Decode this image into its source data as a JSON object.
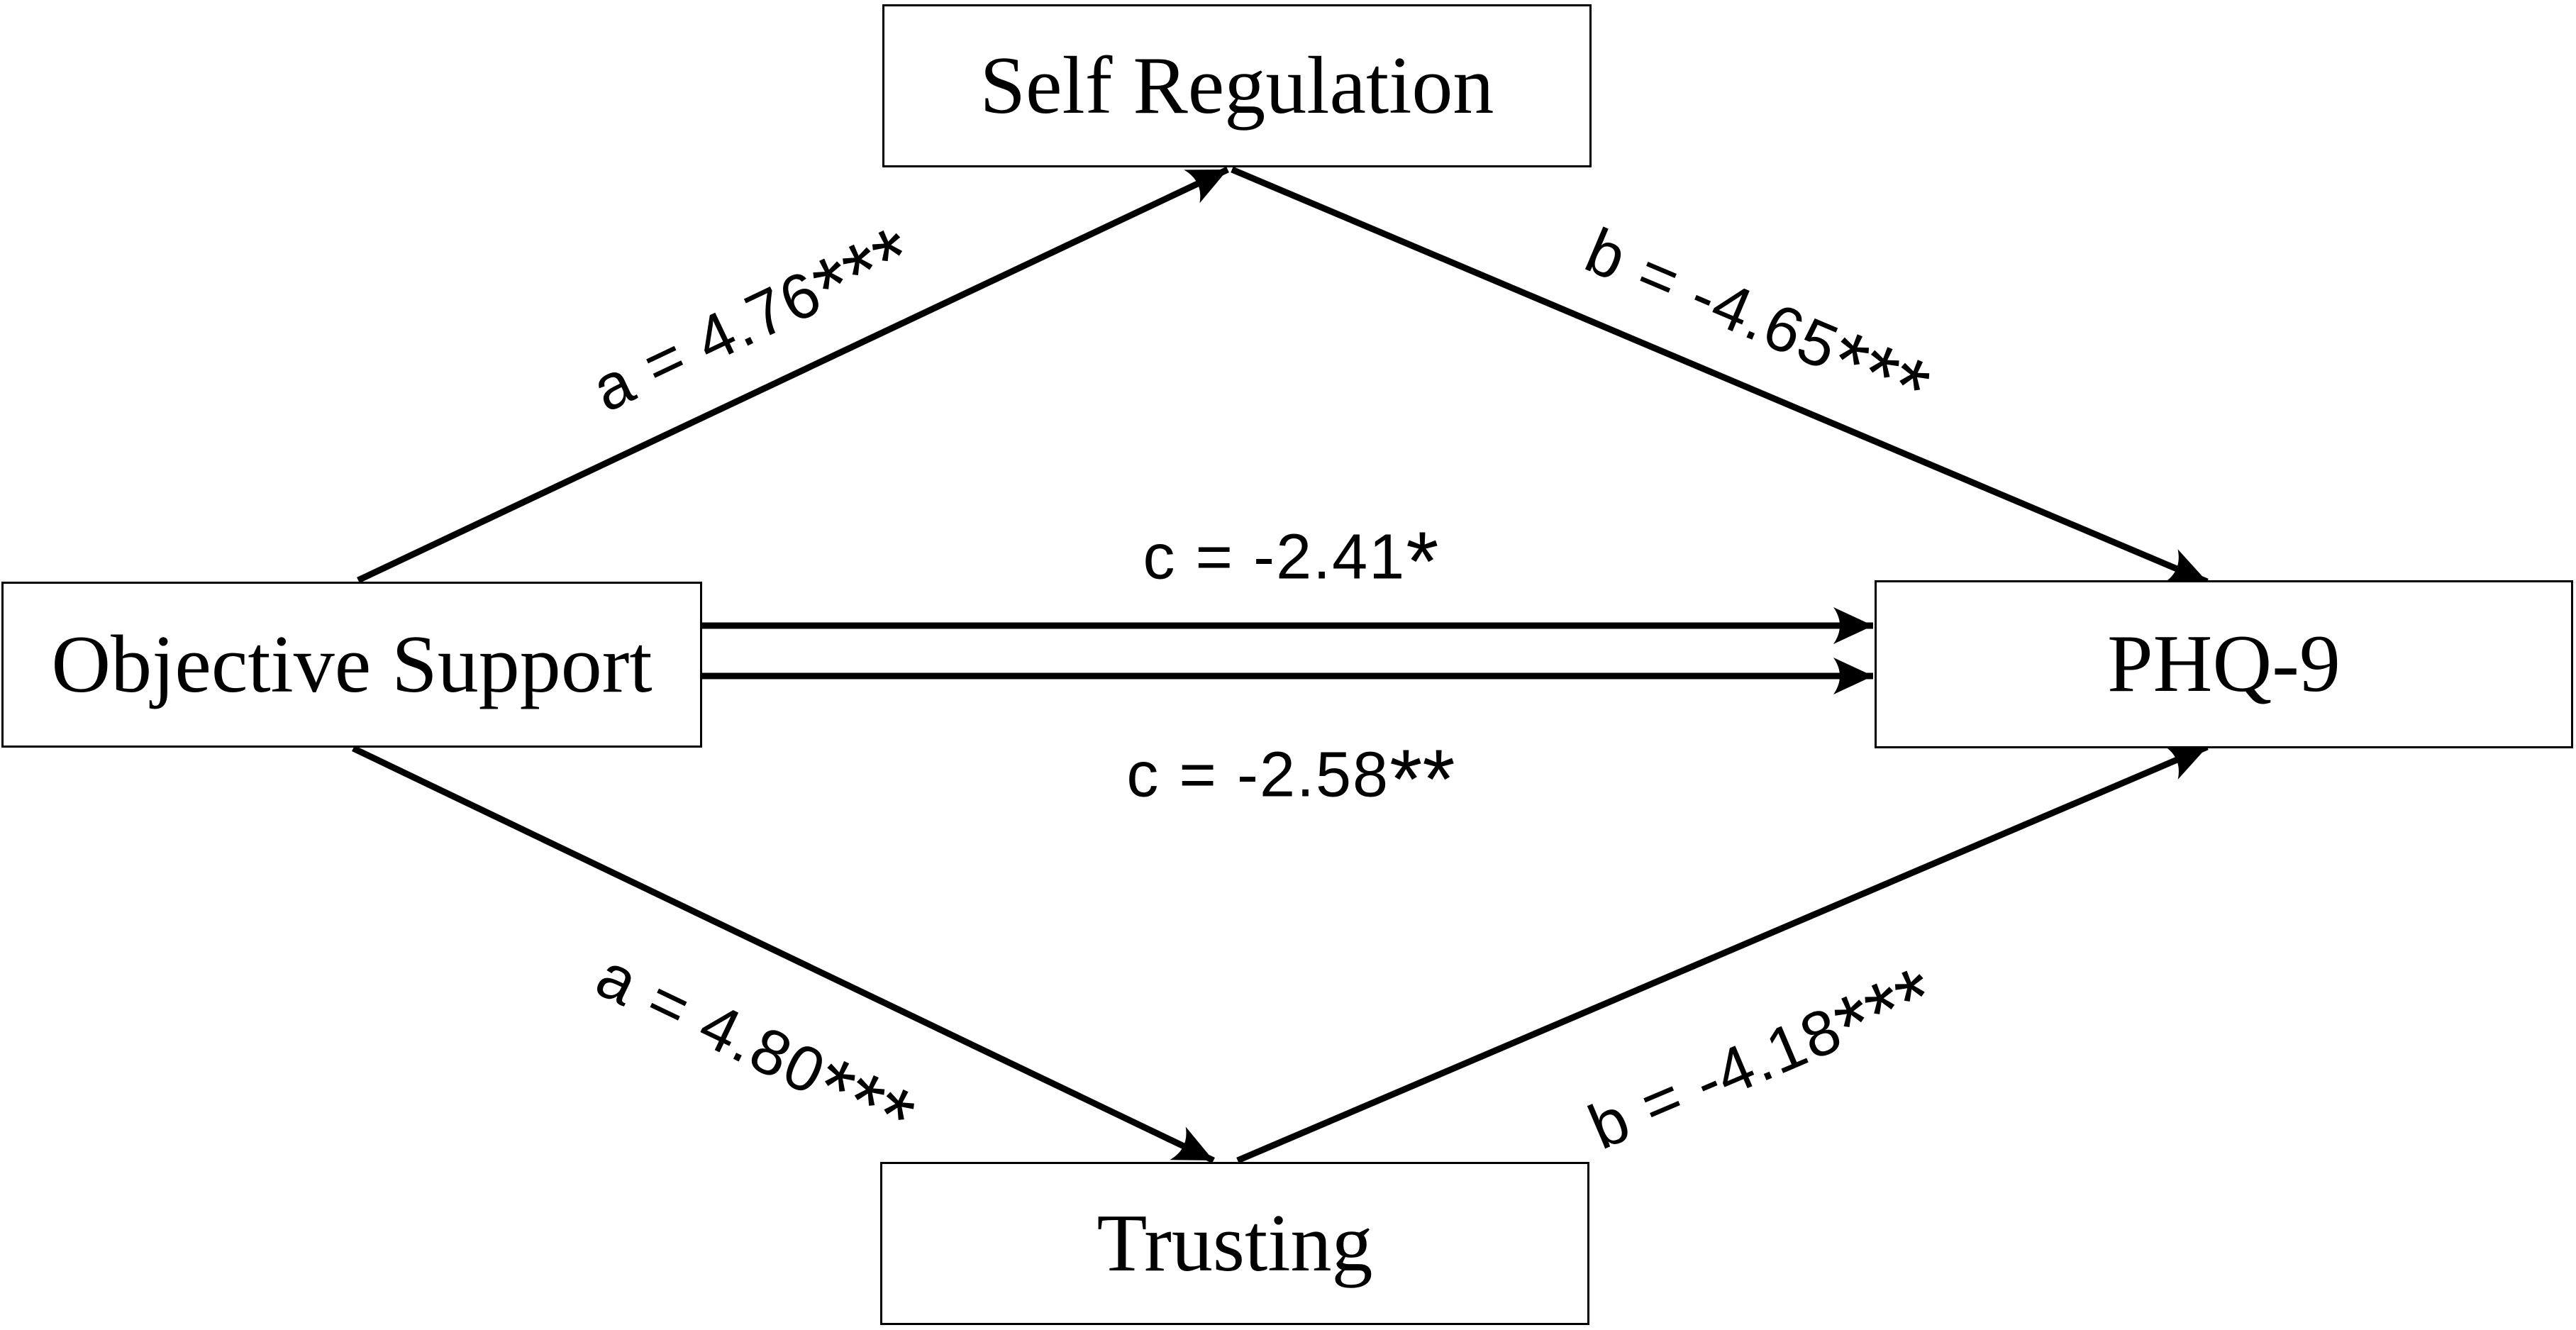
{
  "diagram": {
    "type": "mediation-path-model",
    "colors": {
      "line": "#000000",
      "background": "#ffffff",
      "text": "#000000"
    },
    "nodes": {
      "self_regulation": {
        "label": "Self Regulation"
      },
      "objective_support": {
        "label": "Objective Support"
      },
      "phq9": {
        "label": "PHQ-9"
      },
      "trusting": {
        "label": "Trusting"
      }
    },
    "paths": [
      {
        "id": "a-upper",
        "from": "Objective Support",
        "to": "Self Regulation",
        "coef": "a = 4.76",
        "sig": "***"
      },
      {
        "id": "b-upper",
        "from": "Self Regulation",
        "to": "PHQ-9",
        "coef": "b = -4.65",
        "sig": "***"
      },
      {
        "id": "c-direct-upper",
        "from": "Objective Support",
        "to": "PHQ-9",
        "coef": "c = -2.41",
        "sig": "*"
      },
      {
        "id": "c-direct-lower",
        "from": "Objective Support",
        "to": "PHQ-9",
        "coef": "c = -2.58",
        "sig": "**"
      },
      {
        "id": "a-lower",
        "from": "Objective Support",
        "to": "Trusting",
        "coef": "a = 4.80",
        "sig": "***"
      },
      {
        "id": "b-lower",
        "from": "Trusting",
        "to": "PHQ-9",
        "coef": "b = -4.18",
        "sig": "***"
      }
    ]
  }
}
